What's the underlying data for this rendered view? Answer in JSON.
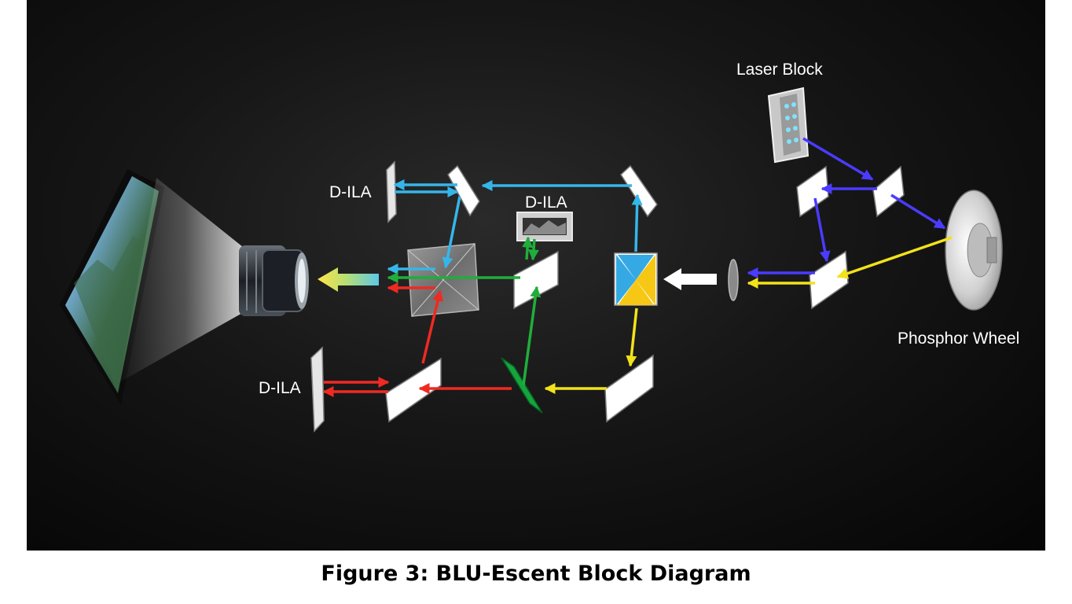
{
  "labels": {
    "laser_block": "Laser Block",
    "phosphor_wheel": "Phosphor Wheel",
    "dila_top": "D-ILA",
    "dila_middle": "D-ILA",
    "dila_bottom": "D-ILA"
  },
  "caption": "Figure 3: BLU-Escent Block Diagram",
  "colors": {
    "blue_laser": "#4a3bff",
    "blue_beam": "#35b6ea",
    "green_beam": "#1fae3a",
    "red_beam": "#ef2a22",
    "yellow_beam": "#f2e21a",
    "white_beam": "#ffffff"
  }
}
